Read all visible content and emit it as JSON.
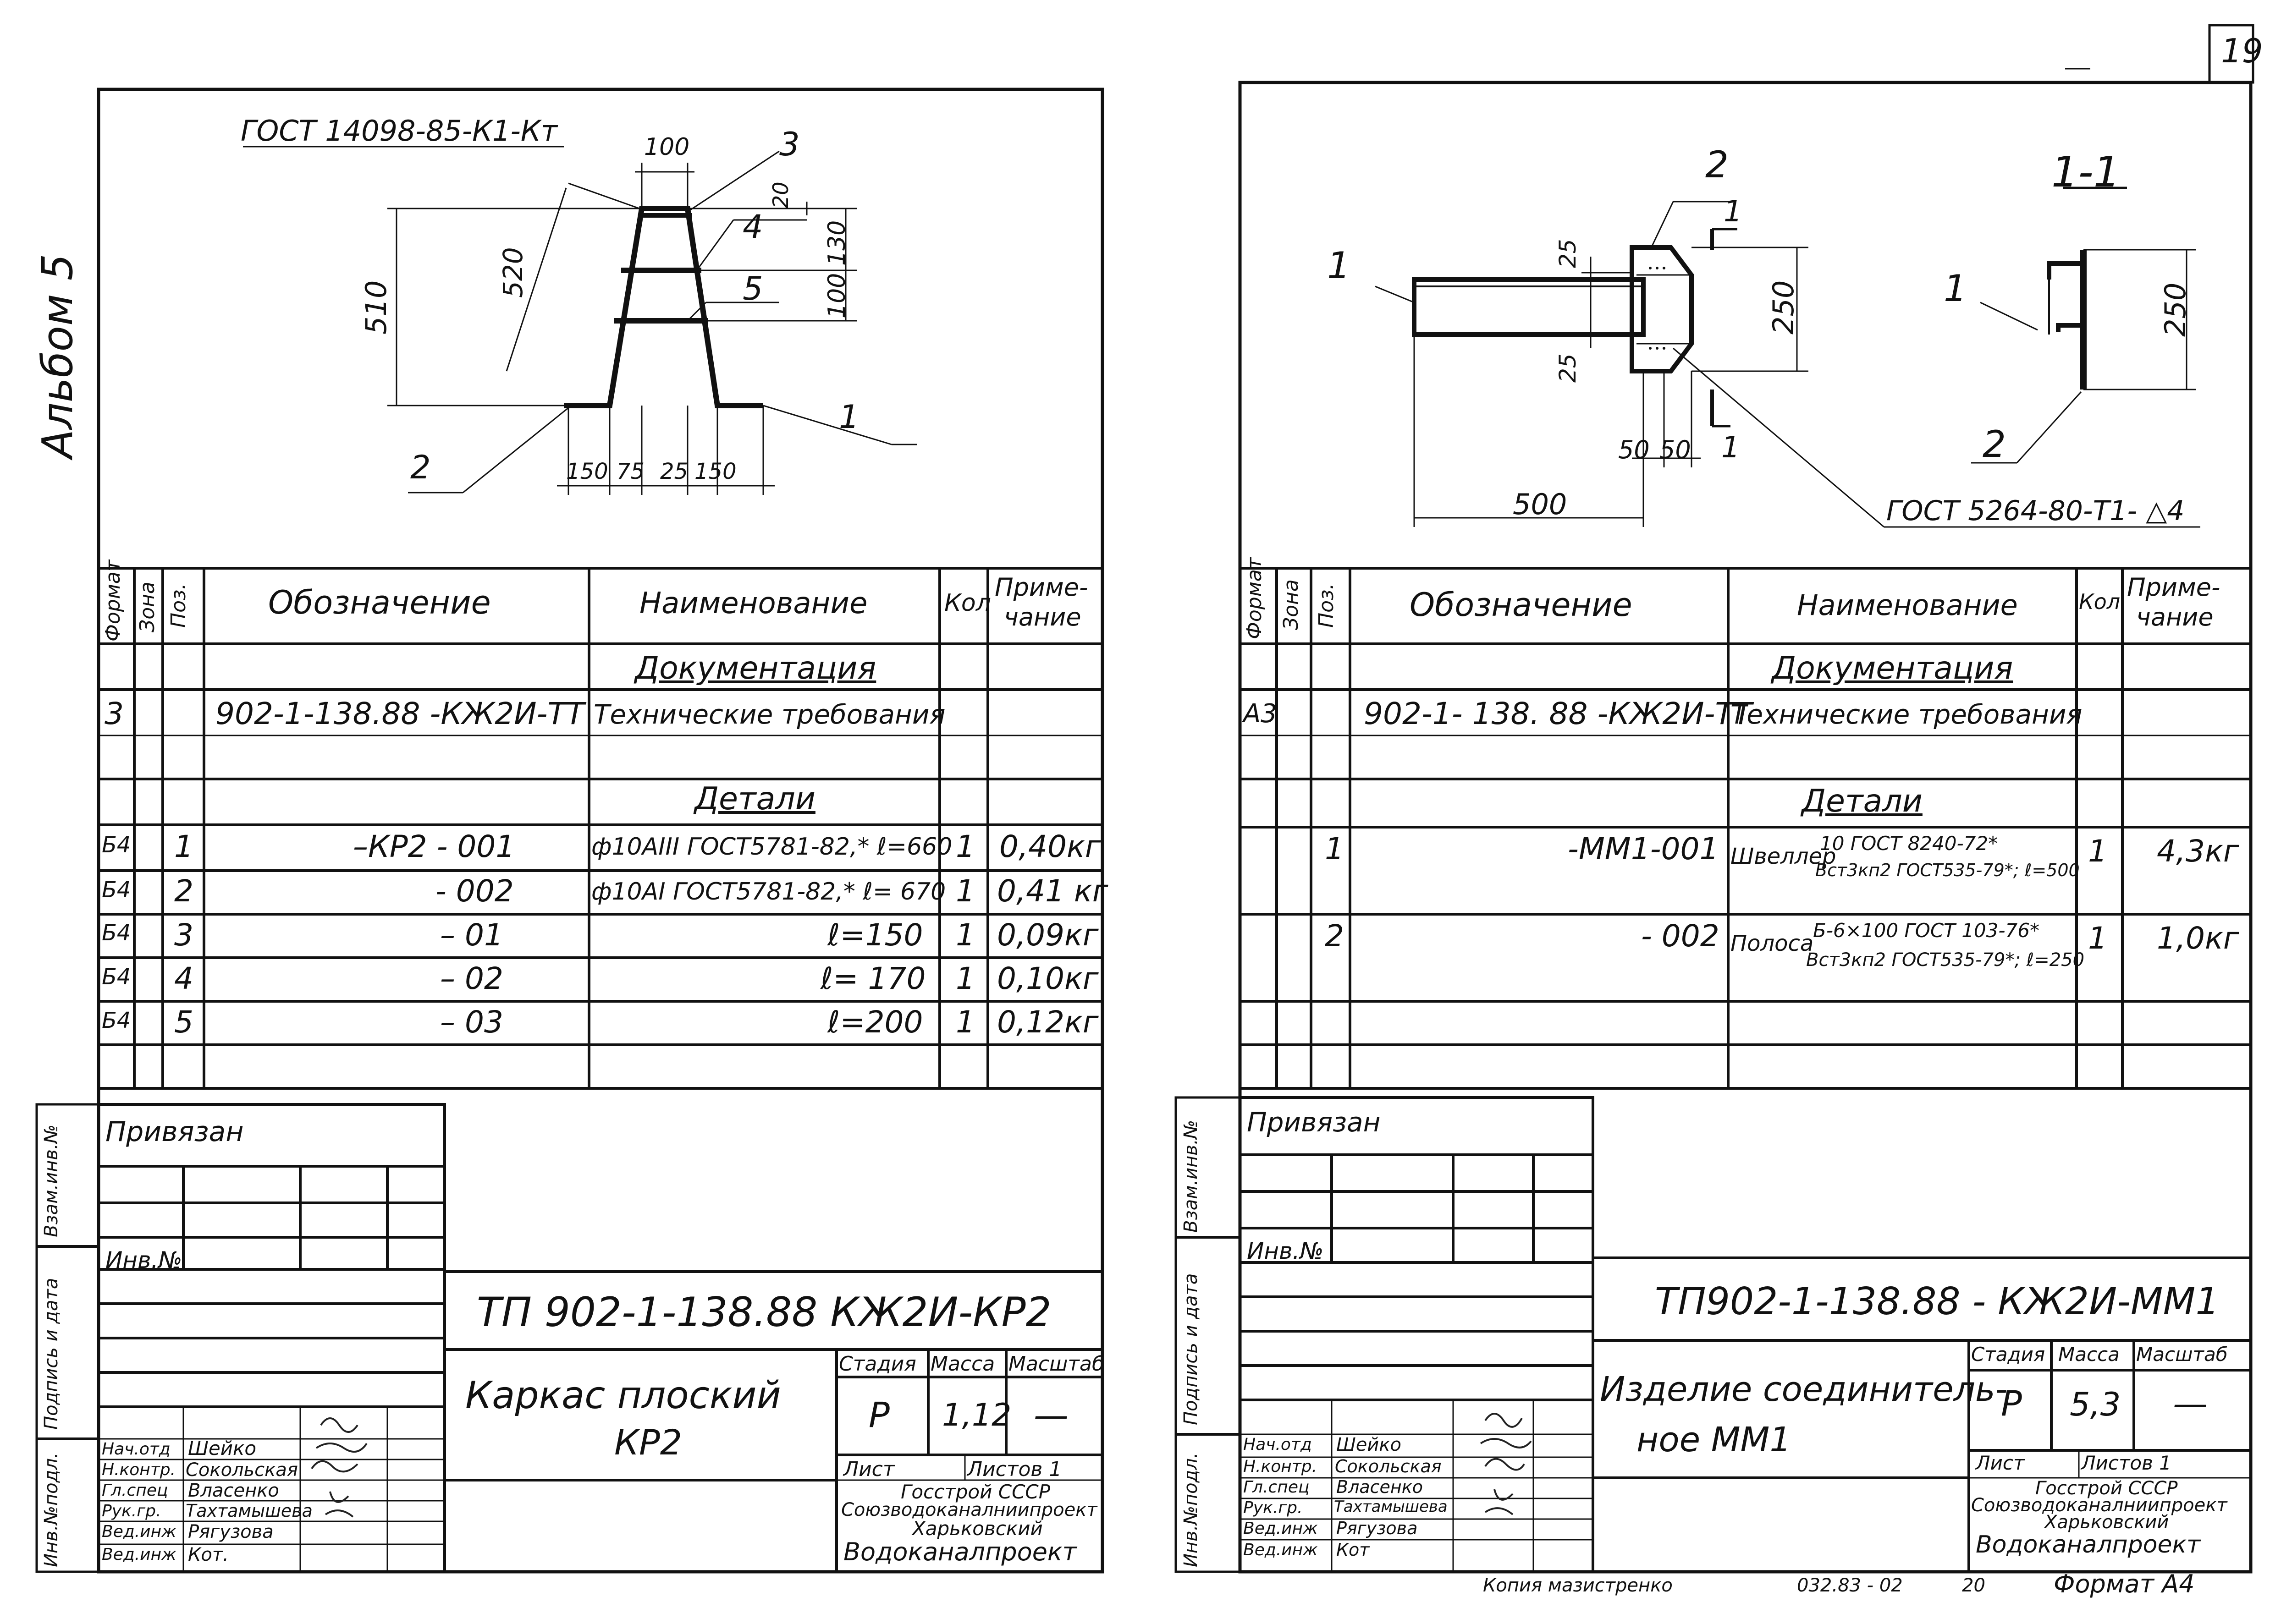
{
  "page_number": "19",
  "album_label": "Альбом 5",
  "column_headers": {
    "format": "Формат",
    "zone": "Зона",
    "pos": "Поз.",
    "designation": "Обозначение",
    "name": "Наименование",
    "qty": "Кол",
    "note_line1": "Приме-",
    "note_line2": "чание"
  },
  "side_stamp": {
    "vzam": "Взам.инв.№",
    "podpis": "Подпись и дата",
    "inv_podl": "Инв.№подл."
  },
  "left_sheet": {
    "drawing": {
      "gost_callout": "ГОСТ 14098-85-К1-Кт",
      "dims": {
        "d100": "100",
        "d20": "20",
        "d130": "130",
        "d100b": "100",
        "d520": "520",
        "d510": "510",
        "d150a": "150",
        "d75": "75",
        "d25": "25",
        "d150b": "150"
      },
      "pos_labels": {
        "p1": "1",
        "p2": "2",
        "p3": "3",
        "p4": "4",
        "p5": "5"
      }
    },
    "section_documentation": "Документация",
    "section_details": "Детали",
    "rows": [
      {
        "format": "3",
        "pos": "",
        "designation": "902-1-138.88 -КЖ2И-ТТ",
        "name": "Технические требования",
        "qty": "",
        "note": ""
      },
      {
        "format": "Б4",
        "pos": "1",
        "designation": "–КР2 - 001",
        "name": "ф10АIII ГОСТ5781-82,* ℓ=660",
        "qty": "1",
        "note": "0,40кг"
      },
      {
        "format": "Б4",
        "pos": "2",
        "designation": "- 002",
        "name": "ф10АI ГОСТ5781-82,* ℓ= 670",
        "qty": "1",
        "note": "0,41 кг"
      },
      {
        "format": "Б4",
        "pos": "3",
        "designation": "– 01",
        "name": "ℓ=150",
        "qty": "1",
        "note": "0,09кг"
      },
      {
        "format": "Б4",
        "pos": "4",
        "designation": "– 02",
        "name": "ℓ= 170",
        "qty": "1",
        "note": "0,10кг"
      },
      {
        "format": "Б4",
        "pos": "5",
        "designation": "– 03",
        "name": "ℓ=200",
        "qty": "1",
        "note": "0,12кг"
      }
    ],
    "title_block": {
      "privyazan": "Привязан",
      "inv_no": "Инв.№",
      "doc_code": "ТП 902-1-138.88 КЖ2И-КР2",
      "title_line1": "Каркас плоский",
      "title_line2": "КР2",
      "stage_label": "Стадия",
      "mass_label": "Масса",
      "scale_label": "Масштаб",
      "stage": "Р",
      "mass": "1,12",
      "scale": "—",
      "sheet_label": "Лист",
      "sheets_label": "Листов 1",
      "org_line1": "Госстрой СССР",
      "org_line2": "Союзводоканалниипроект",
      "org_line3": "Харьковский",
      "org_line4": "Водоканалпроект",
      "signers": [
        {
          "role": "Нач.отд",
          "name": "Шейко"
        },
        {
          "role": "Н.контр.",
          "name": "Сокольская"
        },
        {
          "role": "Гл.спец",
          "name": "Власенко"
        },
        {
          "role": "Рук.гр.",
          "name": "Тахтамышева"
        },
        {
          "role": "Вед.инж",
          "name": "Рягузова"
        },
        {
          "role": "Вед.инж",
          "name": "Кот."
        }
      ]
    }
  },
  "right_sheet": {
    "drawing": {
      "section_label": "1-1",
      "gost_callout": "ГОСТ 5264-80-Т1- △4",
      "dims": {
        "d25a": "25",
        "d25b": "25",
        "d250": "250",
        "d250b": "250",
        "d50a": "50",
        "d50b": "50",
        "d500": "500"
      },
      "pos_labels": {
        "p1": "1",
        "p2": "2",
        "p1s": "1",
        "p2s": "2",
        "cut_a": "1",
        "cut_b": "1"
      }
    },
    "section_documentation": "Документация",
    "section_details": "Детали",
    "rows": [
      {
        "format": "А3",
        "pos": "",
        "designation": "902-1- 138. 88 -КЖ2И-ТТ",
        "name": "Технические требования",
        "qty": "",
        "note": ""
      },
      {
        "format": "",
        "pos": "1",
        "designation": "-ММ1-001",
        "name_prefix": "Швеллер",
        "name_top": "10 ГОСТ 8240-72*",
        "name_bottom": "Вст3кп2 ГОСТ535-79*; ℓ=500",
        "qty": "1",
        "note": "4,3кг"
      },
      {
        "format": "",
        "pos": "2",
        "designation": "- 002",
        "name_prefix": "Полоса",
        "name_top": "Б-6×100 ГОСТ 103-76*",
        "name_bottom": "Вст3кп2 ГОСТ535-79*; ℓ=250",
        "qty": "1",
        "note": "1,0кг"
      }
    ],
    "title_block": {
      "privyazan": "Привязан",
      "inv_no": "Инв.№",
      "doc_code": "ТП902-1-138.88 - КЖ2И-ММ1",
      "title_line1": "Изделие соединитель-",
      "title_line2": "ное ММ1",
      "stage_label": "Стадия",
      "mass_label": "Масса",
      "scale_label": "Масштаб",
      "stage": "Р",
      "mass": "5,3",
      "scale": "—",
      "sheet_label": "Лист",
      "sheets_label": "Листов 1",
      "org_line1": "Госстрой СССР",
      "org_line2": "Союзводоканалниипроект",
      "org_line3": "Харьковский",
      "org_line4": "Водоканалпроект",
      "signers": [
        {
          "role": "Нач.отд",
          "name": "Шейко"
        },
        {
          "role": "Н.контр.",
          "name": "Сокольская"
        },
        {
          "role": "Гл.спец",
          "name": "Власенко"
        },
        {
          "role": "Рук.гр.",
          "name": "Тахтамышева"
        },
        {
          "role": "Вед.инж",
          "name": "Рягузова"
        },
        {
          "role": "Вед.инж",
          "name": "Кот"
        }
      ]
    },
    "bottom_strip": {
      "copier": "Копия мазистренко",
      "order": "032.83 - 02",
      "number": "20",
      "format": "Формат А4"
    }
  }
}
